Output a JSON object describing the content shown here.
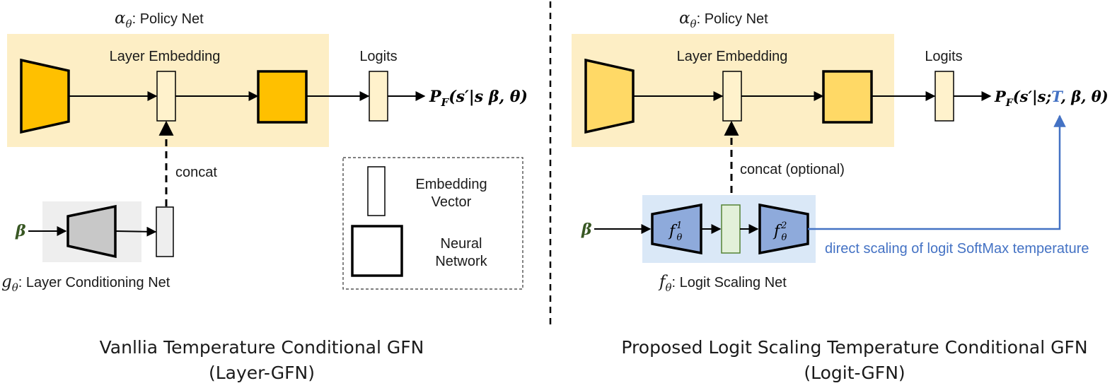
{
  "left": {
    "policy_symbol": "α",
    "policy_sub": "θ",
    "policy_label": ": Policy Net",
    "layer_embedding": "Layer Embedding",
    "logits": "Logits",
    "output_P": "P",
    "output_F": "F",
    "output_args": "(s′|s β, θ)",
    "concat": "concat",
    "beta": "β",
    "cond_symbol": "g",
    "cond_sub": "θ",
    "cond_label": ": Layer Conditioning Net",
    "caption_line1": "Vanllia Temperature Conditional GFN",
    "caption_line2": "(Layer-GFN)"
  },
  "legend": {
    "embedding_line1": "Embedding",
    "embedding_line2": "Vector",
    "network_line1": "Neural",
    "network_line2": "Network"
  },
  "right": {
    "policy_symbol": "α",
    "policy_sub": "θ",
    "policy_label": ": Policy Net",
    "layer_embedding": "Layer Embedding",
    "logits": "Logits",
    "output_P": "P",
    "output_F": "F",
    "output_args_pre": "(s′|s;",
    "output_T": "T",
    "output_args_post": ", β, θ)",
    "concat": "concat (optional)",
    "beta": "β",
    "f1_symbol": "f",
    "f1_sup": "1",
    "f1_sub": "θ",
    "f2_symbol": "f",
    "f2_sup": "2",
    "f2_sub": "θ",
    "scale_symbol": "f",
    "scale_sub": "θ",
    "scale_label": ": Logit Scaling Net",
    "direct_scaling": "direct scaling of logit SoftMax temperature",
    "caption_line1": "Proposed Logit Scaling Temperature Conditional GFN",
    "caption_line2": "(Logit-GFN)"
  },
  "colors": {
    "policy_bg": "#fdeec5",
    "dark_orange": "#ffc000",
    "light_orange": "#ffd966",
    "embed_fill": "#fff2cc",
    "gray_bg": "#eeeeee",
    "gray_net": "#c8c8c8",
    "blue_bg": "#dae8f7",
    "blue_net": "#8eaadb",
    "blue_line": "#4472c4",
    "beta_green": "#385723",
    "embed_green_border": "#548235",
    "embed_green_fill": "#e2f0d9"
  }
}
